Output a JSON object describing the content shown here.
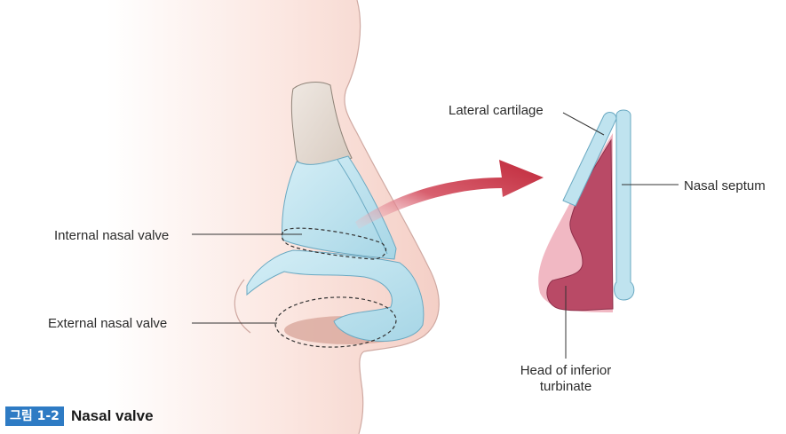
{
  "labels": {
    "lateral_cartilage": "Lateral cartilage",
    "nasal_septum": "Nasal septum",
    "internal_nasal_valve": "Internal nasal valve",
    "external_nasal_valve": "External nasal valve",
    "head_of_inferior_turbinate_line1": "Head of inferior",
    "head_of_inferior_turbinate_line2": "turbinate"
  },
  "caption": {
    "tag": "그림 1-2",
    "title": "Nasal valve"
  },
  "colors": {
    "skin": "#f6d4cc",
    "cartilage": "#bfe3ef",
    "bone": "#e3d8cf",
    "arrow": "#c22f3f",
    "turbinate_pink": "#f1b8c3",
    "turbinate_dark": "#b94a66",
    "caption_tag": "#2e7bc4"
  }
}
